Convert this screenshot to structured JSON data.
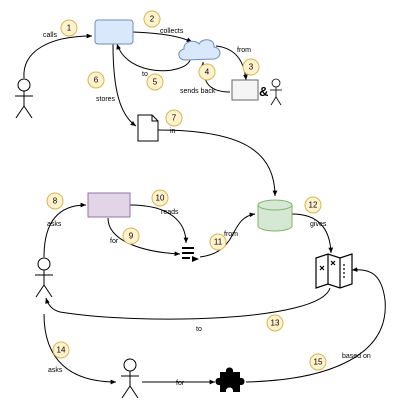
{
  "edges": {
    "calls": "calls",
    "collects": "collects",
    "from_cloud": "from",
    "to_back": "to",
    "sends_back": "sends back",
    "stores": "stores",
    "in": "in",
    "asks_top": "asks",
    "reads": "reads",
    "for_mid": "for",
    "from_db": "from",
    "gives": "gives",
    "to_bottom": "to",
    "asks_bottom": "asks",
    "for_bottom": "for",
    "based_on": "based on"
  },
  "badges": [
    "1",
    "2",
    "3",
    "4",
    "5",
    "6",
    "7",
    "8",
    "9",
    "10",
    "11",
    "12",
    "13",
    "14",
    "15"
  ],
  "ampersand": "&",
  "colors": {
    "badge_fill": "#fff2cc",
    "badge_stroke": "#d6b656",
    "blue_fill": "#dae8fc",
    "blue_stroke": "#6c8ebf",
    "purple_fill": "#e1d5e7",
    "purple_stroke": "#9673a6",
    "green_fill": "#d5e8d4",
    "green_stroke": "#82b366",
    "gray_fill": "#f5f5f5",
    "gray_stroke": "#666666"
  }
}
